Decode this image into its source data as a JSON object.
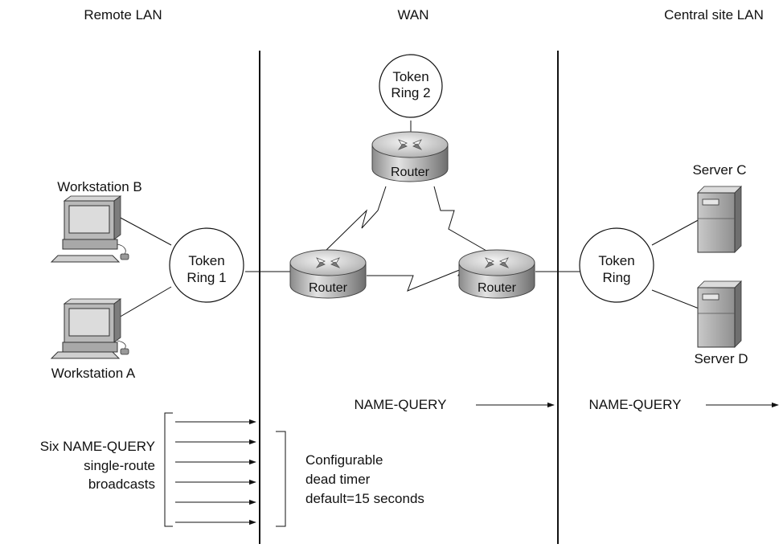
{
  "sections": {
    "remote": "Remote LAN",
    "wan": "WAN",
    "central": "Central site LAN"
  },
  "workstations": {
    "b": "Workstation B",
    "a": "Workstation A"
  },
  "servers": {
    "c": "Server C",
    "d": "Server D"
  },
  "rings": {
    "ring1": [
      "Token",
      "Ring 1"
    ],
    "ring2": [
      "Token",
      "Ring 2"
    ],
    "ring_central": [
      "Token",
      "Ring"
    ]
  },
  "routers": {
    "top": "Router",
    "left": "Router",
    "right": "Router"
  },
  "queries": {
    "wan": "NAME-QUERY",
    "central": "NAME-QUERY"
  },
  "broadcasts": {
    "lines": [
      "Six NAME-QUERY",
      "single-route",
      "broadcasts"
    ],
    "count": 6
  },
  "timer": {
    "lines": [
      "Configurable",
      "dead timer",
      "default=15 seconds"
    ]
  }
}
